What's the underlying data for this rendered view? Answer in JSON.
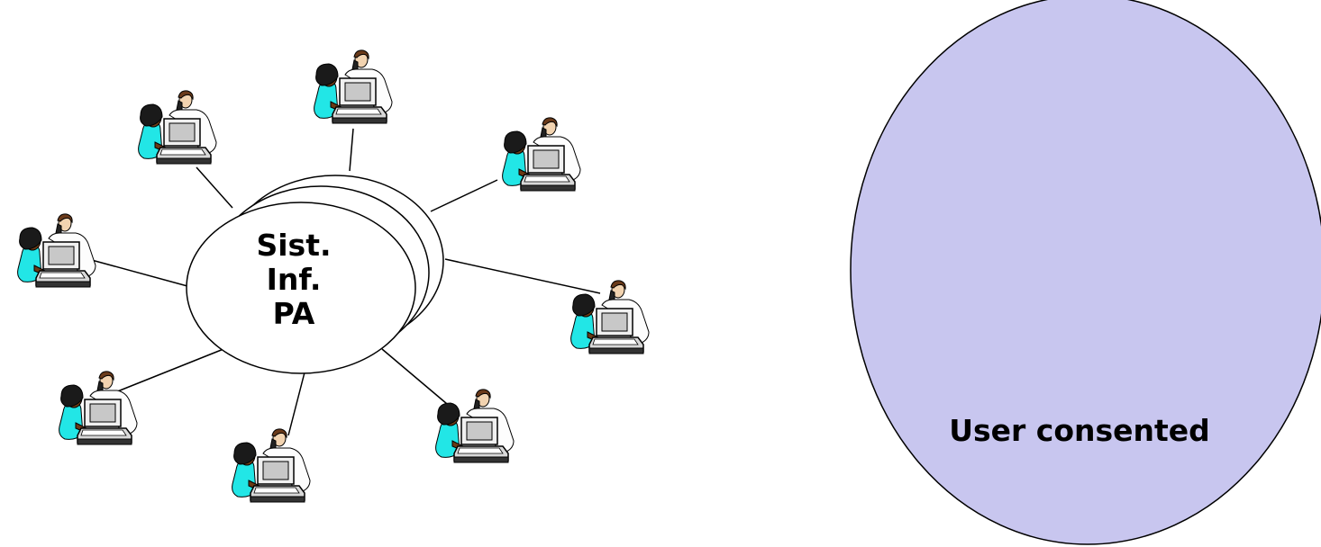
{
  "hub": {
    "lines": [
      "Sist.",
      "Inf.",
      "PA"
    ]
  },
  "consent_ellipse": {
    "label": "User consented",
    "fill": "#c8c6ef"
  },
  "workstations": [
    {
      "icon": "operator-workstation-icon"
    },
    {
      "icon": "operator-workstation-icon"
    },
    {
      "icon": "operator-workstation-icon"
    },
    {
      "icon": "operator-workstation-icon"
    },
    {
      "icon": "operator-workstation-icon"
    },
    {
      "icon": "operator-workstation-icon"
    },
    {
      "icon": "operator-workstation-icon"
    },
    {
      "icon": "operator-workstation-icon"
    }
  ],
  "colors": {
    "person_shirt": "#22e6e6",
    "monitor": "#c8c8c8",
    "stroke": "#000000"
  }
}
